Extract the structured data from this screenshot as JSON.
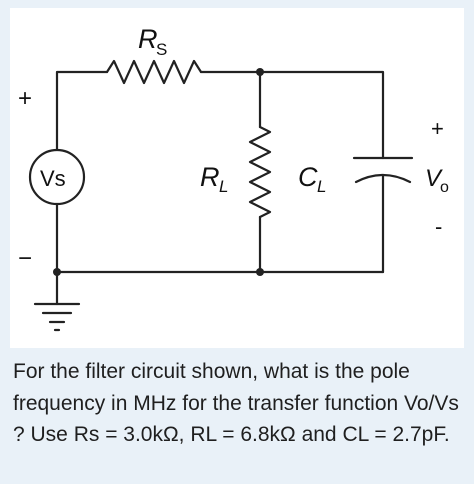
{
  "diagram": {
    "labels": {
      "rs": "R",
      "rs_sub": "S",
      "rl": "R",
      "rl_sub": "L",
      "cl": "C",
      "cl_sub": "L",
      "vs": "Vs",
      "vo": "V",
      "vo_sub": "o",
      "src_plus": "+",
      "src_minus": "−",
      "out_plus": "+",
      "out_minus": "-"
    }
  },
  "question": {
    "text": "For the filter circuit shown, what is the pole frequency in MHz for the transfer function Vo/Vs ? Use Rs = 3.0kΩ, RL = 6.8kΩ and CL = 2.7pF."
  }
}
